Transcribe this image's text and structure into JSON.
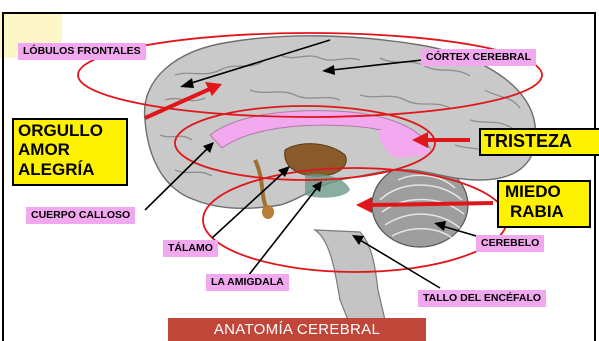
{
  "title": "ANATOMÍA CEREBRAL",
  "labels": {
    "lobulos_frontales": "LÓBULOS FRONTALES",
    "cortex_cerebral": "CÓRTEX CEREBRAL",
    "cuerpo_calloso": "CUERPO CALLOSO",
    "talamo": "TÁLAMO",
    "la_amigdala": "LA AMIGDALA",
    "cerebelo": "CEREBELO",
    "tallo_del_encefalo": "TALLO DEL ENCÉFALO"
  },
  "emotions": {
    "orgullo": "ORGULLO",
    "amor": "AMOR",
    "alegria": "ALEGRÍA",
    "tristeza": "TRISTEZA",
    "miedo": "MIEDO",
    "rabia": "RABIA"
  },
  "colors": {
    "label_pink": "#f1a8ef",
    "emotion_yellow": "#fff200",
    "arrow_red": "#e0161b",
    "caption_bg": "#c0463a",
    "brain_gray": "#c9c9c9"
  }
}
